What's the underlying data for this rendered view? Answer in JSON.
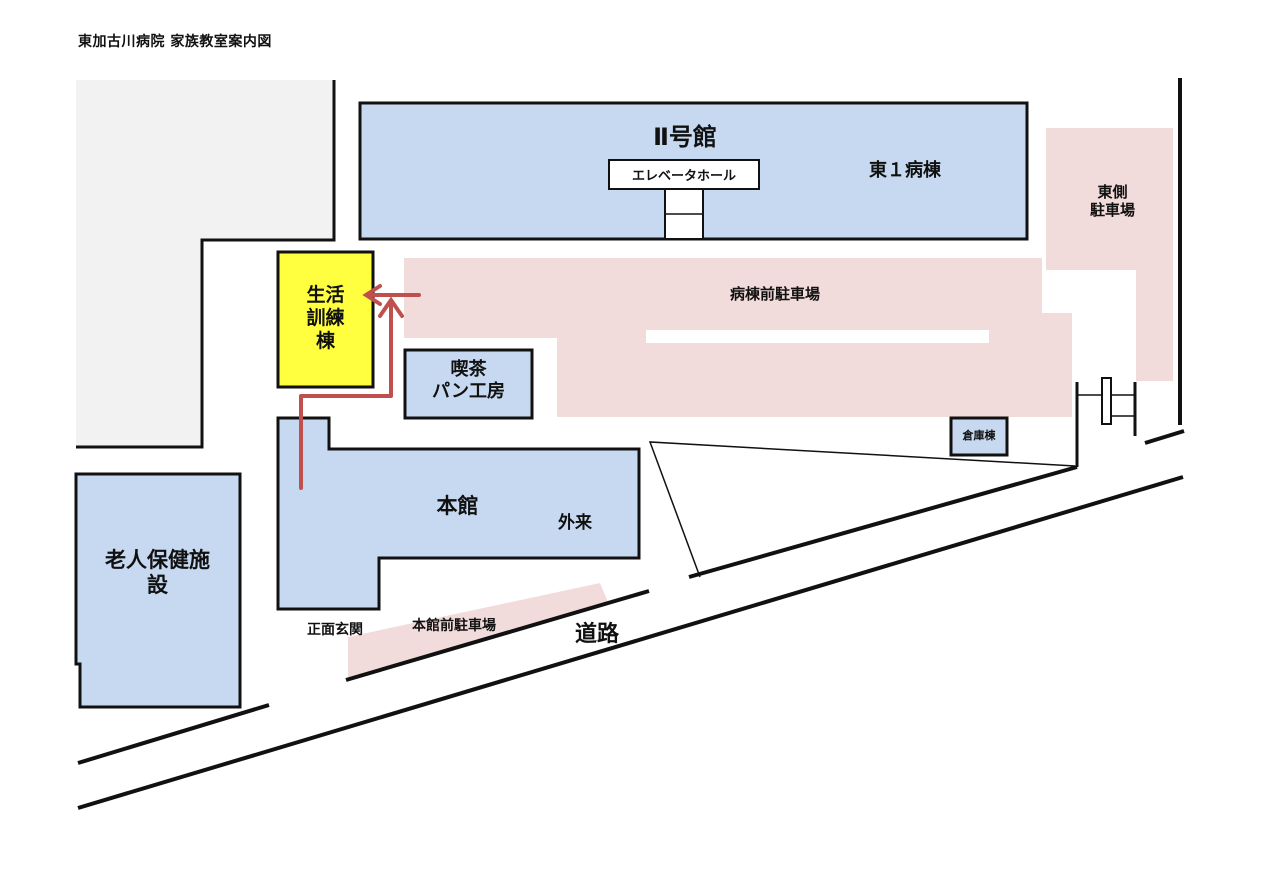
{
  "page": {
    "title": "東加古川病院 家族教室案内図"
  },
  "buildings": {
    "annex_2": {
      "name": "Ⅱ号館",
      "ward": "東１病棟",
      "elevator_hall": "エレベータホール"
    },
    "life_training": {
      "name": "生活\n訓練\n棟"
    },
    "cafe_bakery": {
      "name": "喫茶\nパン工房"
    },
    "main": {
      "name": "本館",
      "outpatient": "外来",
      "entrance": "正面玄関"
    },
    "elderly_facility": {
      "name": "老人保健施\n設"
    },
    "warehouse": {
      "name": "倉庫棟"
    }
  },
  "parking": {
    "ward_front": "病棟前駐車場",
    "east": "東側\n駐車場",
    "main_front": "本館前駐車場"
  },
  "road": {
    "label": "道路"
  },
  "colors": {
    "building_fill": "#c6d9f0",
    "highlight_fill": "#ffff40",
    "parking_fill": "#f2dcdb",
    "neighbor_fill": "#f2f2f2",
    "route_arrow": "#c0504d",
    "outline": "#111111"
  }
}
